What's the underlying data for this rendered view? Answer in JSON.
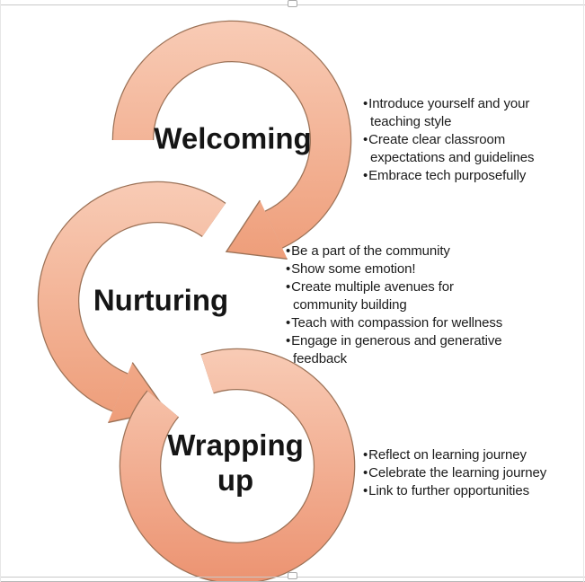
{
  "diagram": {
    "type": "circle-arrow-process",
    "steps": [
      {
        "title": "Welcoming",
        "bullets": [
          "Introduce yourself and your teaching style",
          "Create clear classroom expectations and guidelines",
          "Embrace tech purposefully"
        ]
      },
      {
        "title": "Nurturing",
        "bullets": [
          "Be a part of the community",
          "Show some emotion!",
          "Create multiple avenues for community building",
          "Teach with compassion for wellness",
          "Engage in generous and generative feedback"
        ]
      },
      {
        "title": "Wrapping up",
        "bullets": [
          "Reflect on learning journey",
          "Celebrate the learning journey",
          "Link to further opportunities"
        ]
      }
    ]
  },
  "colors": {
    "ring_light": "#f8cbb5",
    "ring_dark": "#ee9d79",
    "ring3_dark": "#ec9371",
    "outline": "#9c7257",
    "text": "#1b1b1b",
    "selection_border": "#c9c9c9"
  },
  "selection": {
    "top_handle": "resize-handle",
    "bottom_handle": "resize-handle"
  }
}
